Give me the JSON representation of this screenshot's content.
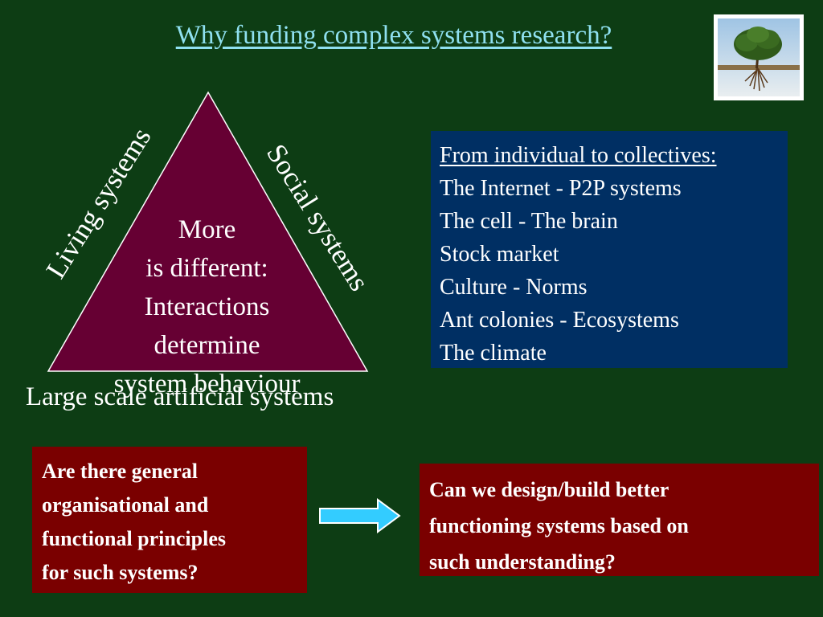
{
  "slide": {
    "title": "Why funding complex systems research?",
    "triangle": {
      "center_lines": [
        "More",
        "is different:",
        "Interactions",
        "determine",
        "system behaviour"
      ],
      "left_label": "Living systems",
      "right_label": "Social systems",
      "bottom_label": "Large scale artificial systems"
    },
    "info_box": {
      "heading": "From individual to collectives:",
      "items": [
        "The Internet -  P2P systems",
        "The cell - The brain",
        "Stock market",
        "Culture - Norms",
        "Ant colonies - Ecosystems",
        "The climate"
      ]
    },
    "question_left": {
      "lines": [
        "Are there general",
        "organisational and",
        "functional principles",
        "for such systems?"
      ]
    },
    "question_right": {
      "lines": [
        "Can we design/build better",
        "functioning systems based on",
        "such understanding?"
      ]
    },
    "colors": {
      "background": "#0d3d14",
      "triangle_fill": "#660033",
      "info_box": "#002f63",
      "question_box": "#7a0000",
      "title": "#8fe0f0",
      "arrow": "#33ccff"
    },
    "icons": [
      "tree-image",
      "right-arrow-icon"
    ]
  }
}
